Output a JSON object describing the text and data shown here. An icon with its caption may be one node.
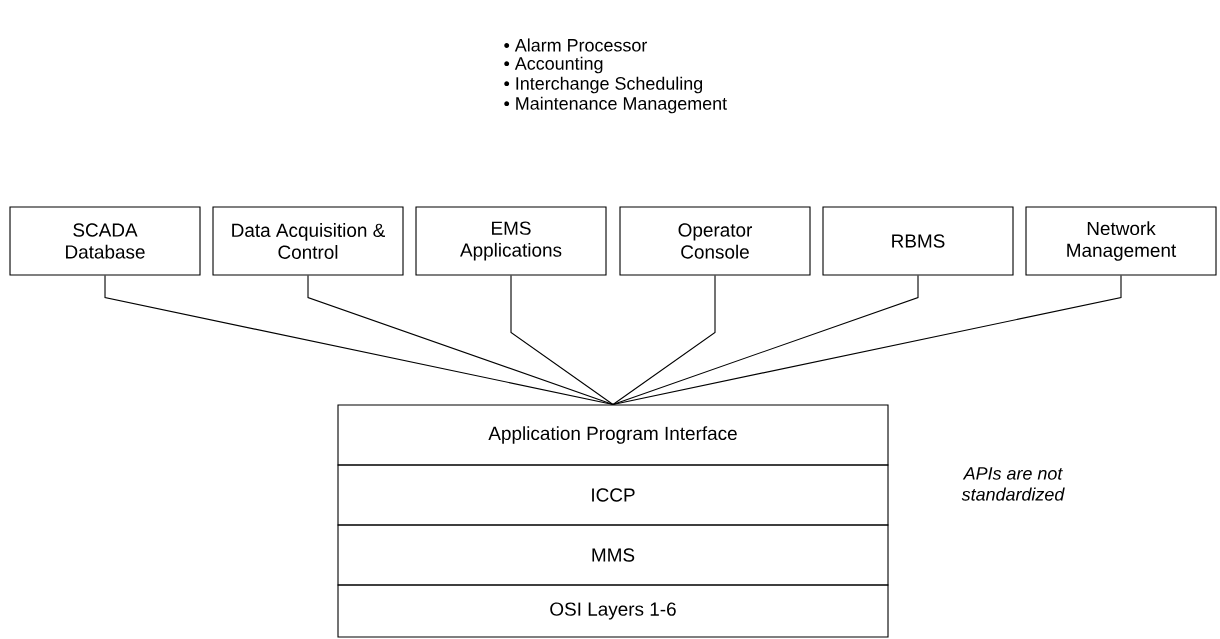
{
  "diagram": {
    "nodes": [
      {
        "text": [
          "SCADA Database"
        ]
      },
      {
        "text": [
          "Data Acquisition & Control"
        ]
      },
      {
        "text": [
          "EMS Applications"
        ]
      },
      {
        "text": [
          "Operator Console"
        ]
      },
      {
        "text": [
          "RBMS"
        ]
      },
      {
        "text": [
          "Network Management"
        ]
      },
      {
        "text": [
          "Application Program Interface"
        ]
      },
      {
        "text": [
          "ICCP"
        ]
      },
      {
        "text": [
          "MMS"
        ]
      },
      {
        "text": [
          "OSI Layers 1-6"
        ]
      }
    ],
    "edges": [
      {
        "from": 0,
        "to": 6,
        "arrow": "none"
      },
      {
        "from": 1,
        "to": 6,
        "arrow": "none"
      },
      {
        "from": 2,
        "to": 6,
        "arrow": "none"
      },
      {
        "from": 3,
        "to": 6,
        "arrow": "none"
      },
      {
        "from": 4,
        "to": 6,
        "arrow": "none"
      },
      {
        "from": 5,
        "to": 6,
        "arrow": "none"
      }
    ],
    "labels": [
      "• Alarm Processor",
      "• Accounting",
      "• Interchange Scheduling",
      "• Maintenance Management",
      "APIs are not standardized"
    ]
  }
}
